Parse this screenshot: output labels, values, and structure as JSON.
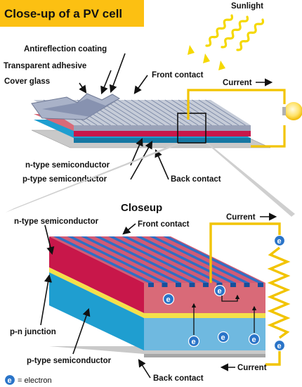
{
  "title": "Close-up of a PV cell",
  "closeup_title": "Closeup",
  "electron_symbol": "e",
  "legend": {
    "symbol": "e",
    "text": "= electron"
  },
  "top": {
    "sunlight": "Sunlight",
    "antireflection": "Antireflection coating",
    "adhesive": "Transparent adhesive",
    "cover_glass": "Cover glass",
    "front_contact": "Front contact",
    "current": "Current",
    "n_type": "n-type semiconductor",
    "p_type": "p-type semiconductor",
    "back_contact": "Back contact"
  },
  "bottom": {
    "n_type": "n-type semiconductor",
    "front_contact": "Front contact",
    "current_top": "Current",
    "current_bottom": "Current",
    "pn_junction": "p-n junction",
    "p_type": "p-type semiconductor",
    "back_contact": "Back contact"
  },
  "colors": {
    "title_bg": "#fcc012",
    "n_layer": "#c8174a",
    "n_layer_front": "#d96a78",
    "junction": "#f4e04a",
    "p_layer": "#1f9ed0",
    "p_layer_front": "#6fb9e0",
    "contact": "#1f66c6",
    "back_plate": "#c9c9c9",
    "wire": "#f2c400",
    "electron": "#2a74c8"
  }
}
